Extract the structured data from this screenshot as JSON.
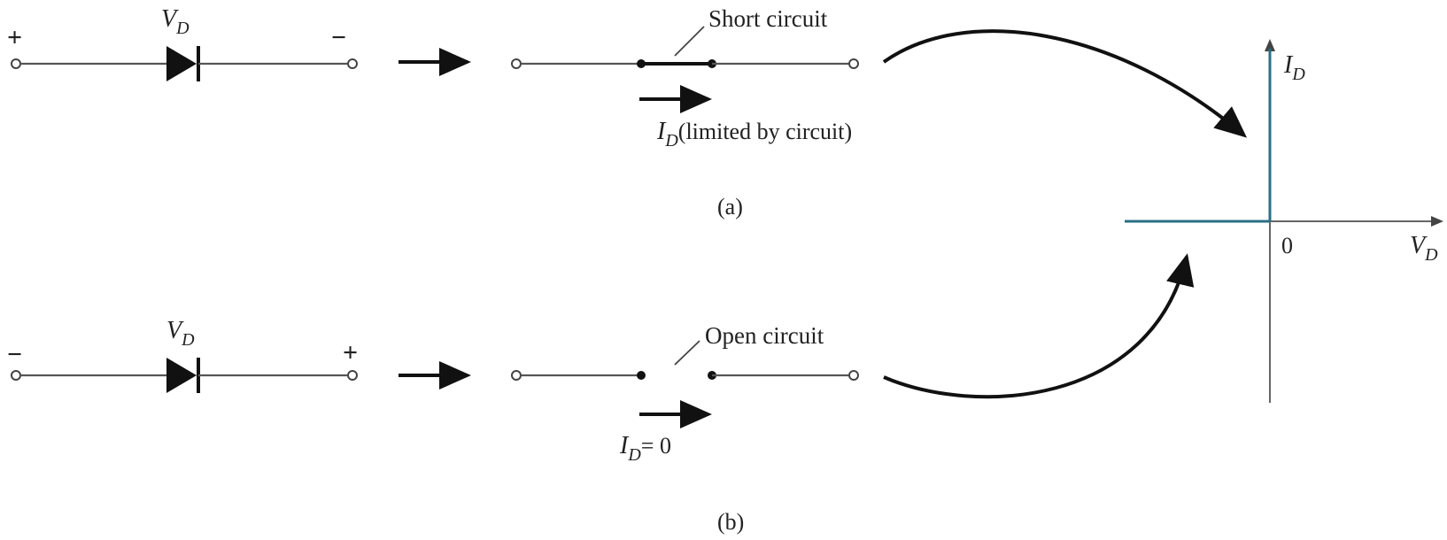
{
  "top": {
    "plus": "+",
    "minus": "−",
    "diode_label": "V",
    "diode_label_sub": "D",
    "short_circuit_label": "Short circuit",
    "current_label": "I",
    "current_label_sub": "D",
    "current_note": "(limited by circuit)",
    "caption": "(a)"
  },
  "bottom": {
    "minus": "−",
    "plus": "+",
    "diode_label": "V",
    "diode_label_sub": "D",
    "open_circuit_label": "Open circuit",
    "current_label": "I",
    "current_label_sub": "D",
    "current_value": "= 0",
    "caption": "(b)"
  },
  "graph": {
    "y_label": "I",
    "y_label_sub": "D",
    "x_label": "V",
    "x_label_sub": "D",
    "origin_label": "0",
    "curve_color": "#2a6f86"
  }
}
